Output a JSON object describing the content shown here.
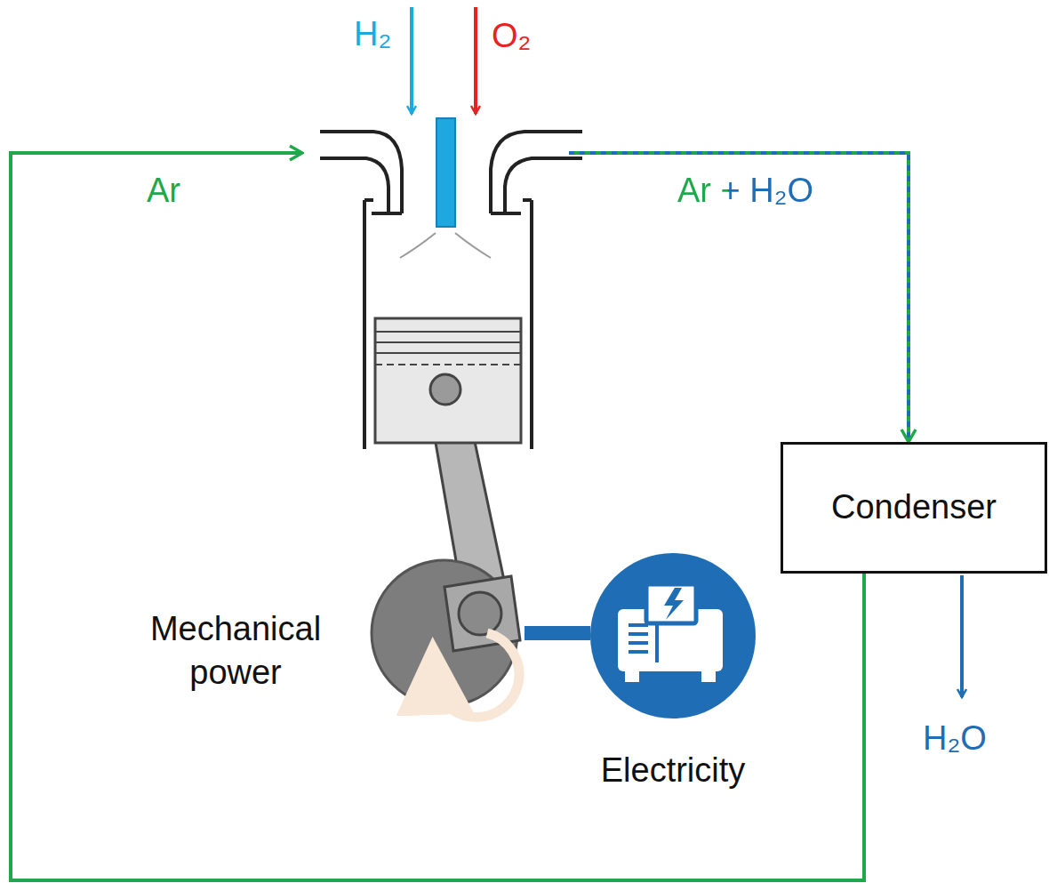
{
  "diagram": {
    "nodes": [
      {
        "text": [
          "Mechanical power"
        ]
      },
      {
        "text": [
          "Condenser"
        ]
      },
      {
        "text": [
          "Electricity"
        ]
      }
    ],
    "edges": [
      {
        "from": 0,
        "to": 1,
        "label": "Ar + H₂O",
        "arrow": "to"
      },
      {
        "from": 1,
        "to": 0,
        "label": "Ar",
        "arrow": "to"
      },
      {
        "from": 0,
        "to": 2,
        "arrow": "none"
      }
    ],
    "labels": [
      "H₂",
      "O₂",
      "H₂O"
    ]
  }
}
